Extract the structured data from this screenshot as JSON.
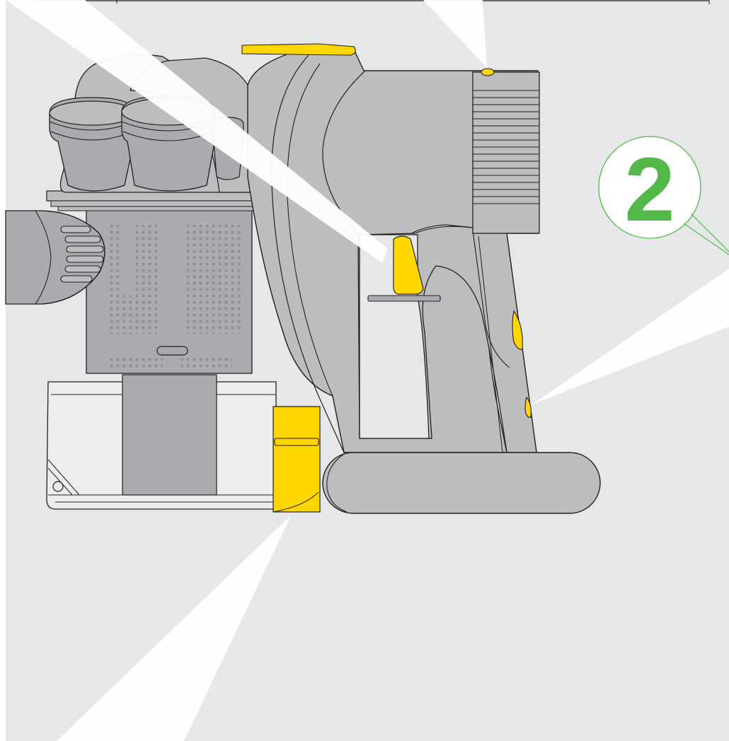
{
  "diagram": {
    "step_number": "2",
    "colors": {
      "background": "#e6e7e8",
      "body_gray": "#bcbdbf",
      "dark_gray": "#a7a9ab",
      "accent_yellow": "#ffd600",
      "step_green": "#52b848",
      "step_circle_fill": "#ffffff",
      "outline": "#231f20",
      "beam": "#ffffff"
    },
    "parts": [
      "cyclone-assembly",
      "shroud-filter",
      "bin-release-catch",
      "handle",
      "trigger",
      "battery-pack",
      "power-indicator-light",
      "side-button",
      "motor-filter-vents",
      "nozzle-inlet"
    ]
  }
}
